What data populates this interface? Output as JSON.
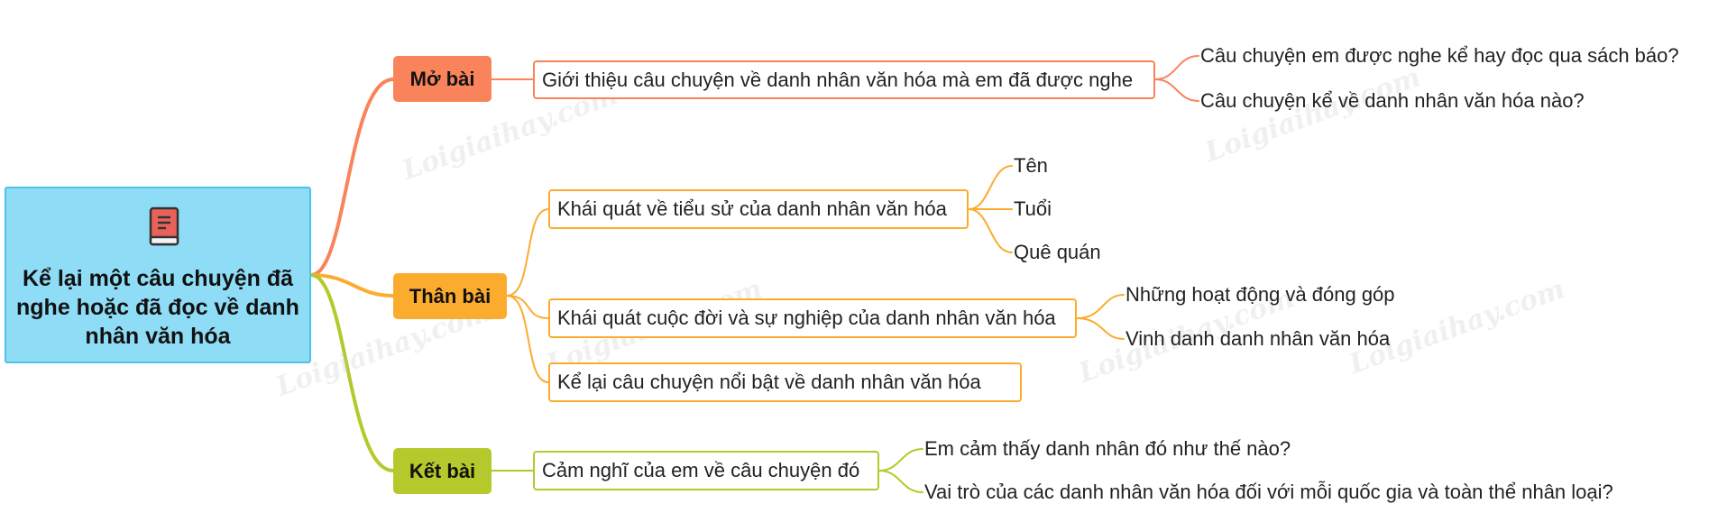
{
  "colors": {
    "root_fill": "#8fdcf6",
    "root_border": "#4fc1ea",
    "mo_bai": "#f9845b",
    "than_bai": "#fbac2f",
    "ket_bai": "#b5c92c"
  },
  "root": {
    "icon": "book-icon",
    "title": "Kể lại một câu chuyện đã nghe hoặc đã đọc về danh nhân văn hóa"
  },
  "watermark": "Loigiaihay.com",
  "branches": {
    "mo_bai": {
      "label": "Mở bài",
      "topic": "Giới thiệu câu chuyện về danh nhân văn hóa mà em đã được nghe",
      "leaves": [
        "Câu chuyện em được nghe kể hay đọc qua sách báo?",
        "Câu chuyện kể về danh nhân văn hóa nào?"
      ]
    },
    "than_bai": {
      "label": "Thân bài",
      "topics": [
        {
          "text": "Khái quát về tiểu sử của danh nhân văn hóa",
          "leaves": [
            "Tên",
            "Tuổi",
            "Quê quán"
          ]
        },
        {
          "text": "Khái quát cuộc đời và sự nghiệp của danh nhân văn hóa",
          "leaves": [
            "Những hoạt động và đóng góp",
            "Vinh danh danh nhân văn hóa"
          ]
        },
        {
          "text": "Kể lại câu chuyện nổi bật về danh nhân văn hóa",
          "leaves": []
        }
      ]
    },
    "ket_bai": {
      "label": "Kết bài",
      "topic": "Cảm nghĩ của em về câu chuyện đó",
      "leaves": [
        "Em cảm thấy danh nhân đó như thế nào?",
        "Vai trò của các danh nhân văn hóa đối với mỗi quốc gia và toàn thể nhân loại?"
      ]
    }
  }
}
